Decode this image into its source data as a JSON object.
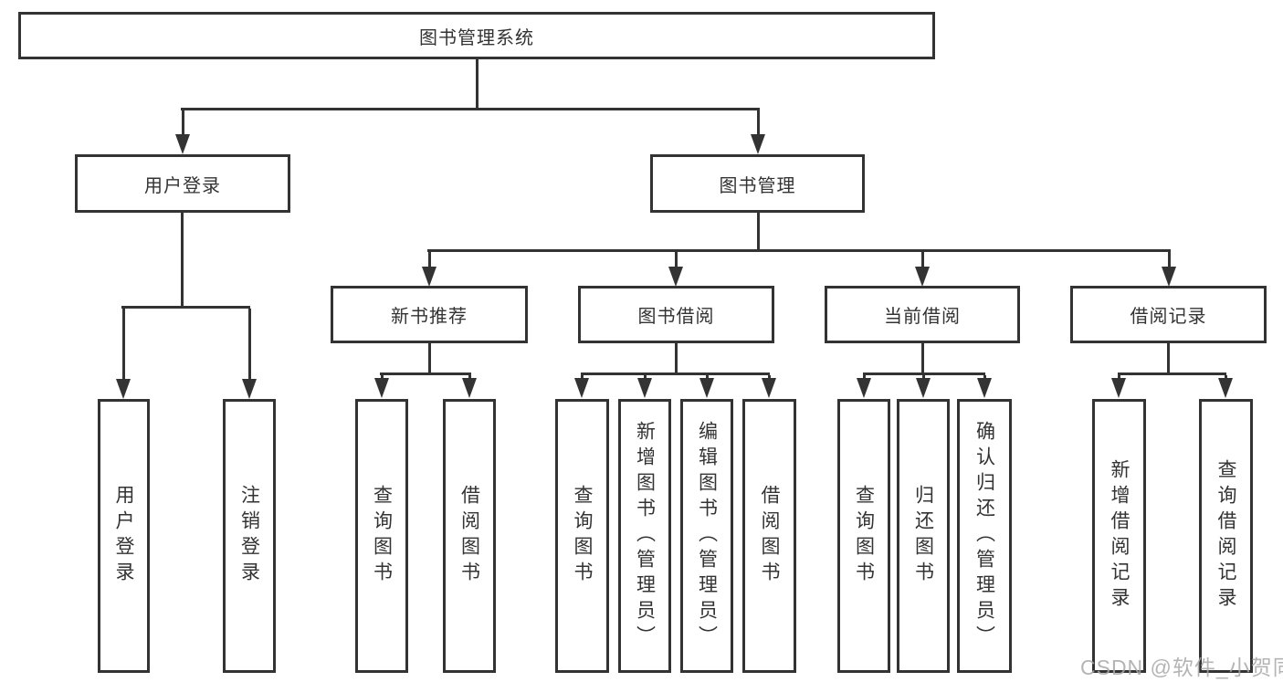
{
  "nodes": {
    "root": "图书管理系统",
    "branches": [
      {
        "label": "用户登录",
        "children": [
          "用户登录",
          "注销登录"
        ]
      },
      {
        "label": "图书管理",
        "children": [
          {
            "label": "新书推荐",
            "children": [
              "查询图书",
              "借阅图书"
            ]
          },
          {
            "label": "图书借阅",
            "children": [
              "查询图书",
              "新增图书（管理员）",
              "编辑图书（管理员）",
              "借阅图书"
            ]
          },
          {
            "label": "当前借阅",
            "children": [
              "查询图书",
              "归还图书",
              "确认归还（管理员）"
            ]
          },
          {
            "label": "借阅记录",
            "children": [
              "新增借阅记录",
              "查询借阅记录"
            ]
          }
        ]
      }
    ]
  },
  "watermark": "CSDN @软件_小贺同学",
  "colors": {
    "line": "#333333",
    "text": "#333333",
    "box_background": "#ffffff",
    "page_background": "#ffffff",
    "watermark": "#a8a8a8"
  }
}
